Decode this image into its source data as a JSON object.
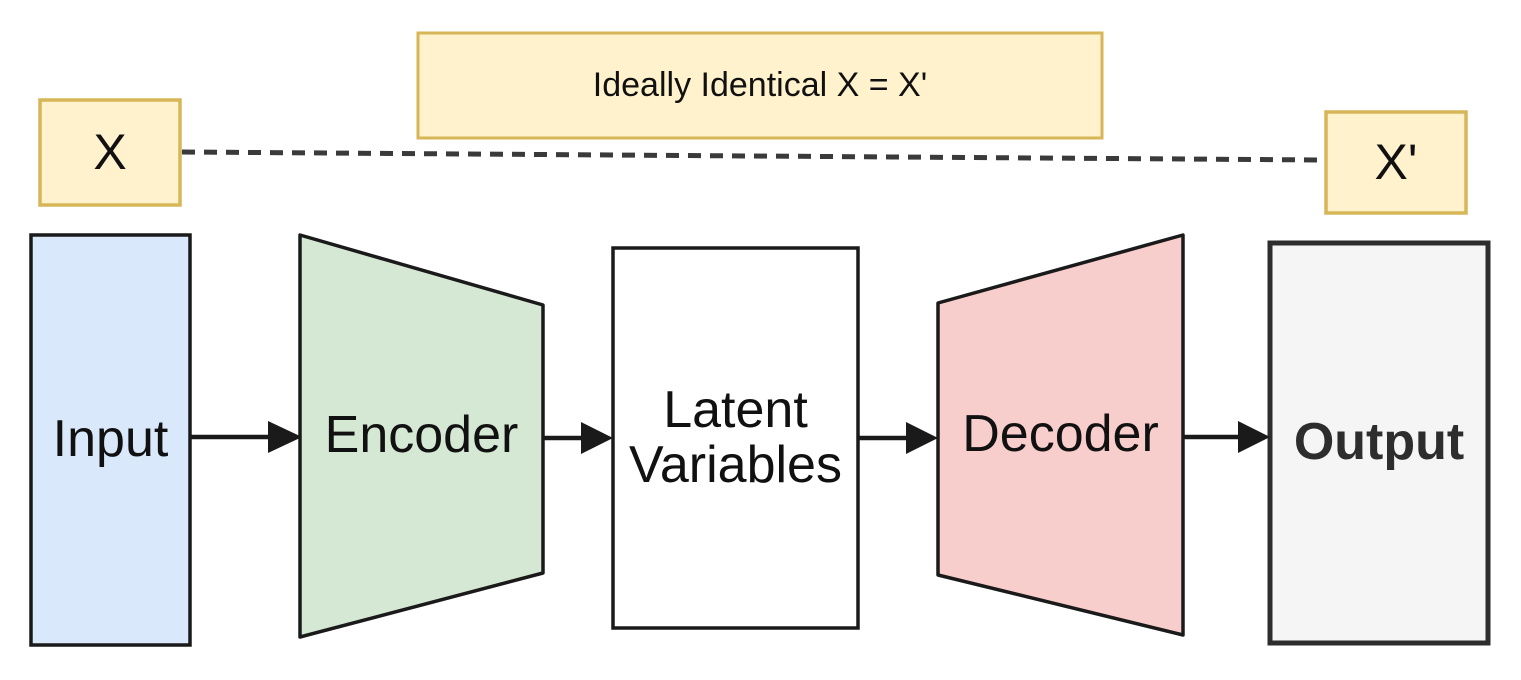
{
  "diagram": {
    "background": "#ffffff",
    "text_color": "#111111",
    "note": {
      "label": "Ideally Identical X = X'",
      "fill": "#fff2cc",
      "border": "#d6b656"
    },
    "x_node": {
      "label": "X",
      "fill": "#fff2cc",
      "border": "#d6b656"
    },
    "x_prime_node": {
      "label": "X'",
      "fill": "#fff2cc",
      "border": "#d6b656"
    },
    "dashed_connector": {
      "from": "X",
      "to": "X'",
      "style": "dashed",
      "color": "#3a3a3a"
    },
    "flow_nodes": {
      "input": {
        "label": "Input",
        "shape": "rectangle",
        "fill": "#dae8fc",
        "border": "#1a1a1a"
      },
      "encoder": {
        "label": "Encoder",
        "shape": "trapezoid-narrowing",
        "fill": "#d5e8d4",
        "border": "#1a1a1a"
      },
      "latent": {
        "label": "Latent Variables",
        "line1": "Latent",
        "line2": "Variables",
        "shape": "rectangle",
        "fill": "#ffffff",
        "border": "#1a1a1a"
      },
      "decoder": {
        "label": "Decoder",
        "shape": "trapezoid-widening",
        "fill": "#f8cecc",
        "border": "#1a1a1a"
      },
      "output": {
        "label": "Output",
        "shape": "rectangle",
        "fill": "#f5f5f5",
        "border": "#2d2d2d"
      }
    },
    "connections": [
      {
        "from": "Input",
        "to": "Encoder",
        "style": "arrow"
      },
      {
        "from": "Encoder",
        "to": "Latent Variables",
        "style": "arrow"
      },
      {
        "from": "Latent Variables",
        "to": "Decoder",
        "style": "arrow"
      },
      {
        "from": "Decoder",
        "to": "Output",
        "style": "arrow"
      }
    ],
    "arrow_color": "#1a1a1a"
  }
}
